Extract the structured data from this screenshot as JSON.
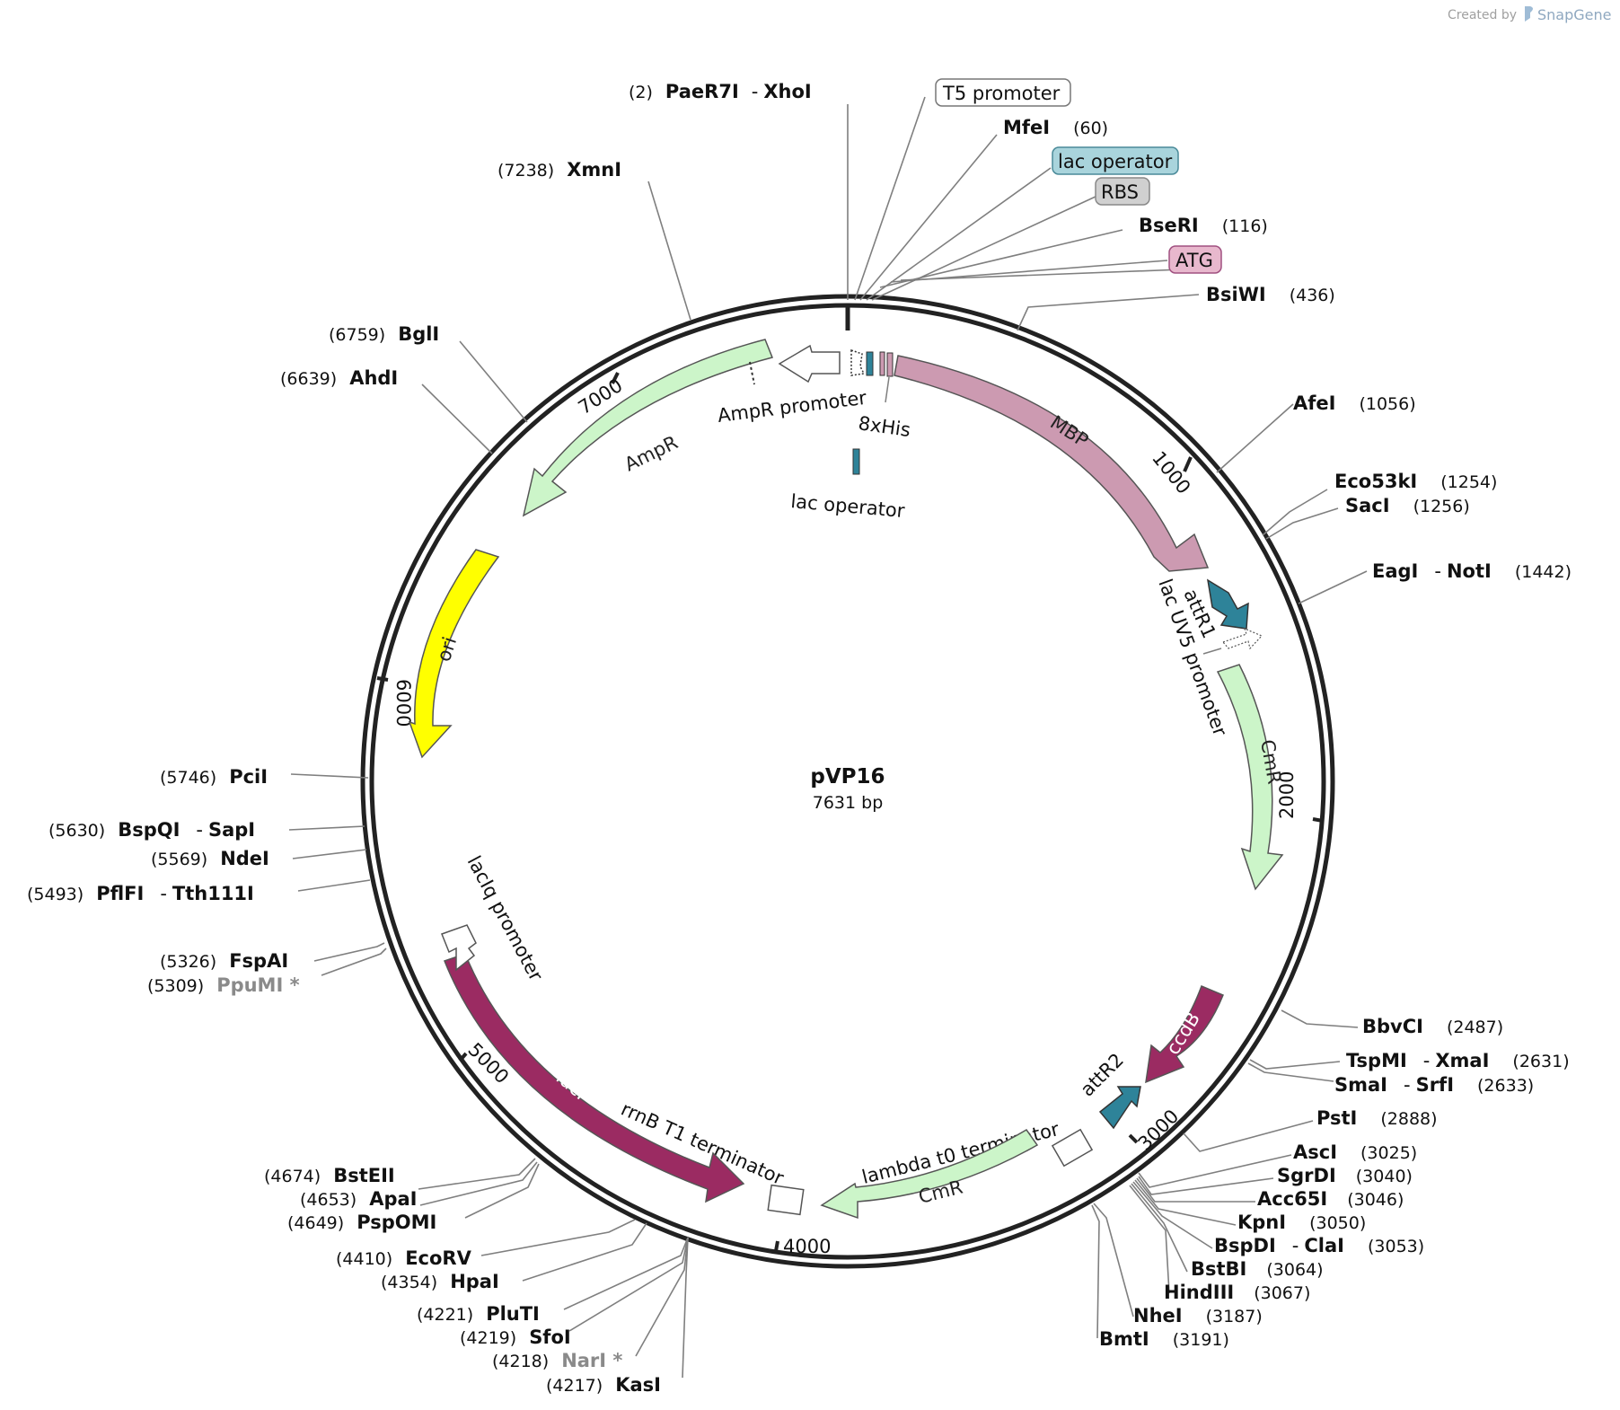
{
  "credit": {
    "prefix": "Created by",
    "brand": "SnapGene"
  },
  "plasmid": {
    "name": "pVP16",
    "length": "7631 bp"
  },
  "ticks": [
    "1000",
    "2000",
    "3000",
    "4000",
    "5000",
    "6000",
    "7000"
  ],
  "colors": {
    "ampr": "#ccf5c9",
    "mbp": "#cc9ab1",
    "ori": "#ffff00",
    "lacI": "#9b2b62",
    "ccdB": "#9b2b62",
    "attR": "#2e8399",
    "cmr": "#ccf5c9",
    "backbone": "#222222"
  },
  "features": {
    "mbp": "MBP",
    "ampr": "AmpR",
    "ampr_promoter": "AmpR promoter",
    "his": "8xHis",
    "lac_operator_inner": "lac operator",
    "ori": "ori",
    "attR1": "attR1",
    "lacUV5": "lac UV5 promoter",
    "cmr1": "CmR",
    "ccdB": "ccdB",
    "attR2": "attR2",
    "lambda": "lambda t0 terminator",
    "cmr2": "CmR",
    "rrnB": "rrnB T1 terminator",
    "lacI": "lacI",
    "lacIq": "lacIq promoter"
  },
  "boxed": {
    "t5": "T5 promoter",
    "lacop": "lac operator",
    "rbs": "RBS",
    "atg": "ATG"
  },
  "sites": {
    "paer7i": {
      "pos": "(2)",
      "name": "PaeR7I",
      "sep": "-",
      "name2": "XhoI"
    },
    "mfei": {
      "name": "MfeI",
      "pos": "(60)"
    },
    "bseri": {
      "name": "BseRI",
      "pos": "(116)"
    },
    "bsiwi": {
      "name": "BsiWI",
      "pos": "(436)"
    },
    "afei": {
      "name": "AfeI",
      "pos": "(1056)"
    },
    "eco53ki": {
      "name": "Eco53kI",
      "pos": "(1254)"
    },
    "saci": {
      "name": "SacI",
      "pos": "(1256)"
    },
    "eagi": {
      "name": "EagI",
      "sep": "-",
      "name2": "NotI",
      "pos": "(1442)"
    },
    "bbvci": {
      "name": "BbvCI",
      "pos": "(2487)"
    },
    "tspmi": {
      "name": "TspMI",
      "sep": "-",
      "name2": "XmaI",
      "pos": "(2631)"
    },
    "smai": {
      "name": "SmaI",
      "sep": "-",
      "name2": "SrfI",
      "pos": "(2633)"
    },
    "psti": {
      "name": "PstI",
      "pos": "(2888)"
    },
    "asci": {
      "name": "AscI",
      "pos": "(3025)"
    },
    "sgrdi": {
      "name": "SgrDI",
      "pos": "(3040)"
    },
    "acc65i": {
      "name": "Acc65I",
      "pos": "(3046)"
    },
    "kpni": {
      "name": "KpnI",
      "pos": "(3050)"
    },
    "bspdi": {
      "name": "BspDI",
      "sep": "-",
      "name2": "ClaI",
      "pos": "(3053)"
    },
    "bstbi": {
      "name": "BstBI",
      "pos": "(3064)"
    },
    "hindiii": {
      "name": "HindIII",
      "pos": "(3067)"
    },
    "nhei": {
      "name": "NheI",
      "pos": "(3187)"
    },
    "bmti": {
      "name": "BmtI",
      "pos": "(3191)"
    },
    "xmni": {
      "pos": "(7238)",
      "name": "XmnI"
    },
    "bgli": {
      "pos": "(6759)",
      "name": "BglI"
    },
    "ahdi": {
      "pos": "(6639)",
      "name": "AhdI"
    },
    "pcii": {
      "pos": "(5746)",
      "name": "PciI"
    },
    "bspqi": {
      "pos": "(5630)",
      "name": "BspQI",
      "sep": "-",
      "name2": "SapI"
    },
    "ndei": {
      "pos": "(5569)",
      "name": "NdeI"
    },
    "pflfi": {
      "pos": "(5493)",
      "name": "PflFI",
      "sep": "-",
      "name2": "Tth111I"
    },
    "fspai": {
      "pos": "(5326)",
      "name": "FspAI"
    },
    "ppumi": {
      "pos": "(5309)",
      "name": "PpuMI *"
    },
    "bsteii": {
      "pos": "(4674)",
      "name": "BstEII"
    },
    "apai": {
      "pos": "(4653)",
      "name": "ApaI"
    },
    "pspomi": {
      "pos": "(4649)",
      "name": "PspOMI"
    },
    "ecorv": {
      "pos": "(4410)",
      "name": "EcoRV"
    },
    "hpai": {
      "pos": "(4354)",
      "name": "HpaI"
    },
    "pluti": {
      "pos": "(4221)",
      "name": "PluTI"
    },
    "sfoi": {
      "pos": "(4219)",
      "name": "SfoI"
    },
    "nari": {
      "pos": "(4218)",
      "name": "NarI *"
    },
    "kasi": {
      "pos": "(4217)",
      "name": "KasI"
    }
  }
}
